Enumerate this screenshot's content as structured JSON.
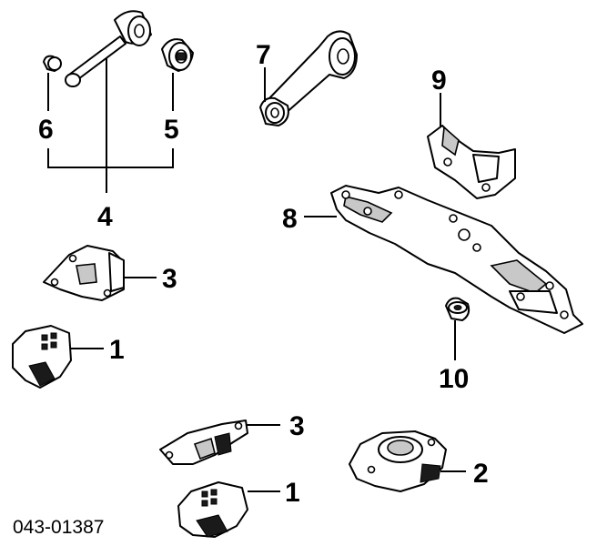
{
  "diagram": {
    "part_code": "043-01387",
    "callouts": [
      {
        "id": "c6",
        "label": "6"
      },
      {
        "id": "c5",
        "label": "5"
      },
      {
        "id": "c4",
        "label": "4"
      },
      {
        "id": "c7",
        "label": "7"
      },
      {
        "id": "c9",
        "label": "9"
      },
      {
        "id": "c8",
        "label": "8"
      },
      {
        "id": "c3a",
        "label": "3"
      },
      {
        "id": "c1a",
        "label": "1"
      },
      {
        "id": "c10",
        "label": "10"
      },
      {
        "id": "c3b",
        "label": "3"
      },
      {
        "id": "c2",
        "label": "2"
      },
      {
        "id": "c1b",
        "label": "1"
      }
    ]
  }
}
